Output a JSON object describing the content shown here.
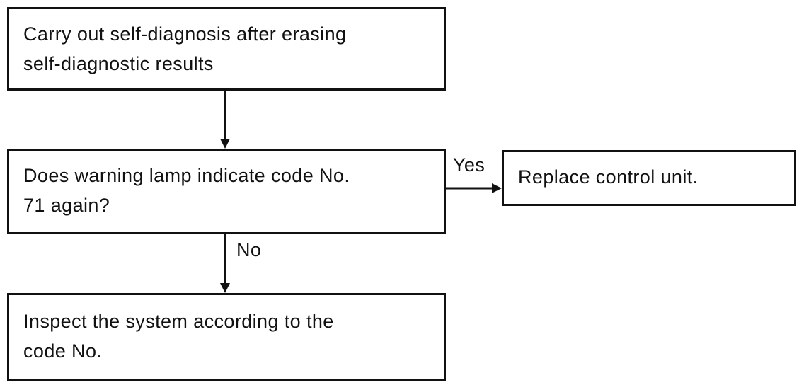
{
  "flowchart": {
    "steps": {
      "erase_and_diagnose": "Carry out self-diagnosis after erasing\nself-diagnostic results",
      "warning_lamp_question": "Does warning lamp indicate code No.\n71 again?",
      "replace_unit": "Replace control unit.",
      "inspect_system": "Inspect the system according to the\ncode No."
    },
    "edges": {
      "yes_label": "Yes",
      "no_label": "No"
    }
  },
  "colors": {
    "stroke": "#111111",
    "background": "#ffffff"
  }
}
